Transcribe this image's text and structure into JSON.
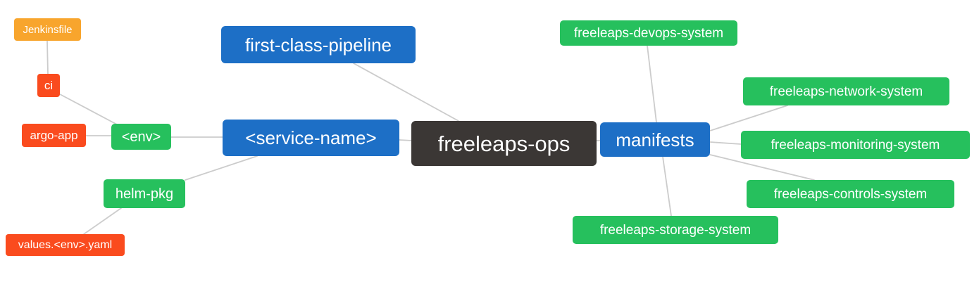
{
  "diagram": {
    "type": "mindmap",
    "root": "freeleaps-ops",
    "background": "#ffffff",
    "colors": {
      "root": "#3B3735",
      "blue": "#1D6FC6",
      "green": "#26C05D",
      "red": "#FA4B1E",
      "orange": "#F8A52D",
      "edge": "#CCCCCC",
      "text": "#FFFFFF"
    },
    "nodes": [
      {
        "id": "jenkinsfile",
        "label": "Jenkinsfile",
        "level": 5,
        "color_key": "orange"
      },
      {
        "id": "ci",
        "label": "ci",
        "level": 4,
        "color_key": "red"
      },
      {
        "id": "argo-app",
        "label": "argo-app",
        "level": 4,
        "color_key": "red"
      },
      {
        "id": "env",
        "label": "<env>",
        "level": 3,
        "color_key": "green"
      },
      {
        "id": "first-class-pipeline",
        "label": "first-class-pipeline",
        "level": 2,
        "color_key": "blue"
      },
      {
        "id": "service-name",
        "label": "<service-name>",
        "level": 2,
        "color_key": "blue"
      },
      {
        "id": "freeleaps-ops",
        "label": "freeleaps-ops",
        "level": 1,
        "color_key": "root"
      },
      {
        "id": "manifests",
        "label": "manifests",
        "level": 2,
        "color_key": "blue"
      },
      {
        "id": "helm-pkg",
        "label": "helm-pkg",
        "level": 3,
        "color_key": "green"
      },
      {
        "id": "values-env-yaml",
        "label": "values.<env>.yaml",
        "level": 4,
        "color_key": "red"
      },
      {
        "id": "freeleaps-devops-system",
        "label": "freeleaps-devops-system",
        "level": 3,
        "color_key": "green"
      },
      {
        "id": "freeleaps-network-system",
        "label": "freeleaps-network-system",
        "level": 3,
        "color_key": "green"
      },
      {
        "id": "freeleaps-monitoring-system",
        "label": "freeleaps-monitoring-system",
        "level": 3,
        "color_key": "green"
      },
      {
        "id": "freeleaps-controls-system",
        "label": "freeleaps-controls-system",
        "level": 3,
        "color_key": "green"
      },
      {
        "id": "freeleaps-storage-system",
        "label": "freeleaps-storage-system",
        "level": 3,
        "color_key": "green"
      }
    ],
    "edges": [
      [
        "freeleaps-ops",
        "first-class-pipeline"
      ],
      [
        "freeleaps-ops",
        "service-name"
      ],
      [
        "freeleaps-ops",
        "manifests"
      ],
      [
        "service-name",
        "env"
      ],
      [
        "service-name",
        "helm-pkg"
      ],
      [
        "env",
        "argo-app"
      ],
      [
        "env",
        "ci"
      ],
      [
        "ci",
        "jenkinsfile"
      ],
      [
        "helm-pkg",
        "values-env-yaml"
      ],
      [
        "manifests",
        "freeleaps-devops-system"
      ],
      [
        "manifests",
        "freeleaps-network-system"
      ],
      [
        "manifests",
        "freeleaps-monitoring-system"
      ],
      [
        "manifests",
        "freeleaps-controls-system"
      ],
      [
        "manifests",
        "freeleaps-storage-system"
      ]
    ]
  }
}
